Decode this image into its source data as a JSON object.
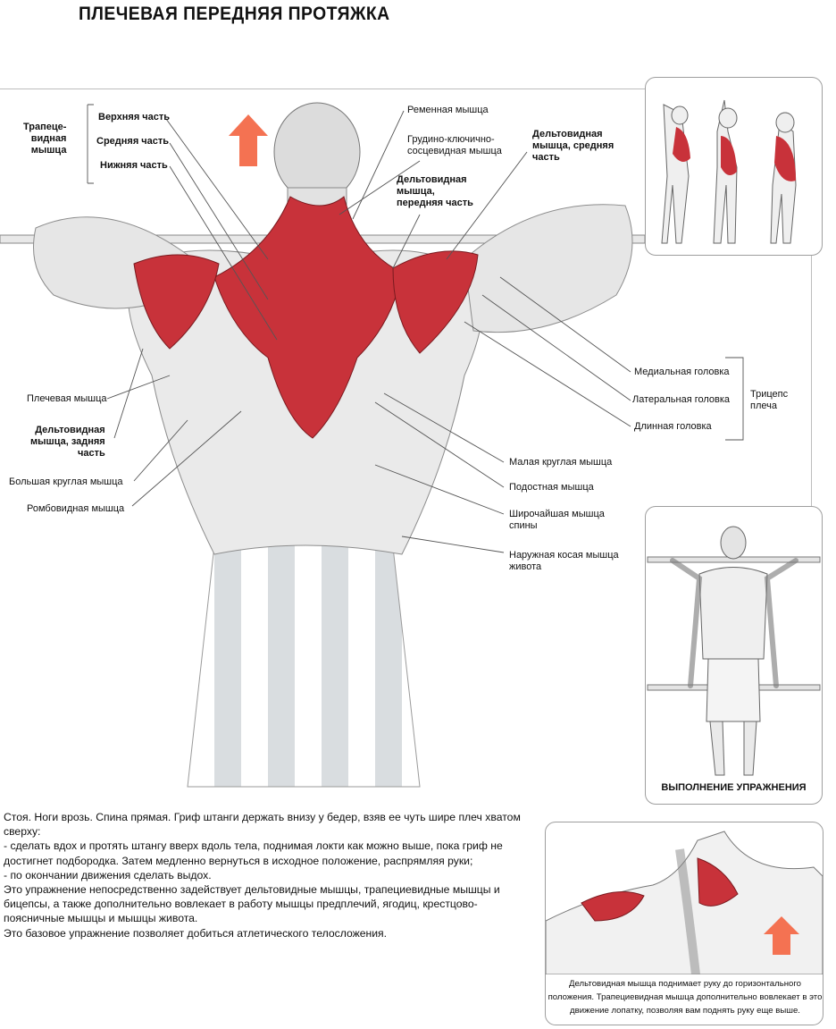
{
  "title": "ПЛЕЧЕВАЯ ПЕРЕДНЯЯ ПРОТЯЖКА",
  "labels_left": {
    "trap_group": [
      "Трапеце-",
      "видная",
      "мышца"
    ],
    "trap_upper": "Верхняя часть",
    "trap_middle": "Средняя часть",
    "trap_lower": "Нижняя часть",
    "brachial": "Плечевая мышца",
    "delt_rear": [
      "Дельтовидная",
      "мышца, задняя",
      "часть"
    ],
    "teres_major": "Большая круглая мышца",
    "rhomboid": "Ромбовидная мышца"
  },
  "labels_top": {
    "splenius": "Ременная мышца",
    "sternocleido": [
      "Грудино-ключично-",
      "сосцевидная мышца"
    ],
    "delt_front": [
      "Дельтовидная",
      "мышца,",
      "передняя часть"
    ],
    "delt_middle": [
      "Дельтовидная",
      "мышца, средняя",
      "часть"
    ]
  },
  "labels_right": {
    "triceps_medial": "Медиальная головка",
    "triceps_lateral": "Латеральная головка",
    "triceps_long": "Длинная головка",
    "triceps_group": [
      "Трицепс",
      "плеча"
    ],
    "teres_minor": "Малая круглая мышца",
    "infraspinatus": "Подостная мышца",
    "latissimus": [
      "Широчайшая мышца",
      "спины"
    ],
    "oblique": [
      "Наружная косая мышца",
      "живота"
    ]
  },
  "exercise_caption": "ВЫПОЛНЕНИЕ УПРАЖНЕНИЯ",
  "description": [
    "Стоя. Ноги врозь. Спина прямая. Гриф штанги держать внизу у бедер, взяв ее чуть шире плеч хватом сверху:",
    "-  сделать вдох и протять штангу вверх вдоль тела, поднимая локти как можно выше, пока гриф не достигнет подбородка. Затем медленно вернуться в исходное положение, распрямляя руки;",
    "-  по окончании движения сделать выдох.",
    "Это упражнение непосредственно задействует дельтовидные мышцы, трапециевидные мышцы и бицепсы, а также дополнительно вовлекает в работу мышцы предплечий, ягодиц, крестцово-поясничные мышцы и мышцы живота.",
    "Это базовое упражнение позволяет добиться атлетического телосложения."
  ],
  "bottom_caption": "Дельтовидная мышца поднимает руку до горизонтального положения. Трапециевидная мышца дополнительно вовлекает в это движение лопатку, позволяя вам поднять руку еще выше.",
  "colors": {
    "muscle": "#c8323a",
    "muscle_dark": "#8e1f24",
    "arrow": "#f06a4a",
    "line": "#555555",
    "panel_border": "#bdbdbd"
  }
}
